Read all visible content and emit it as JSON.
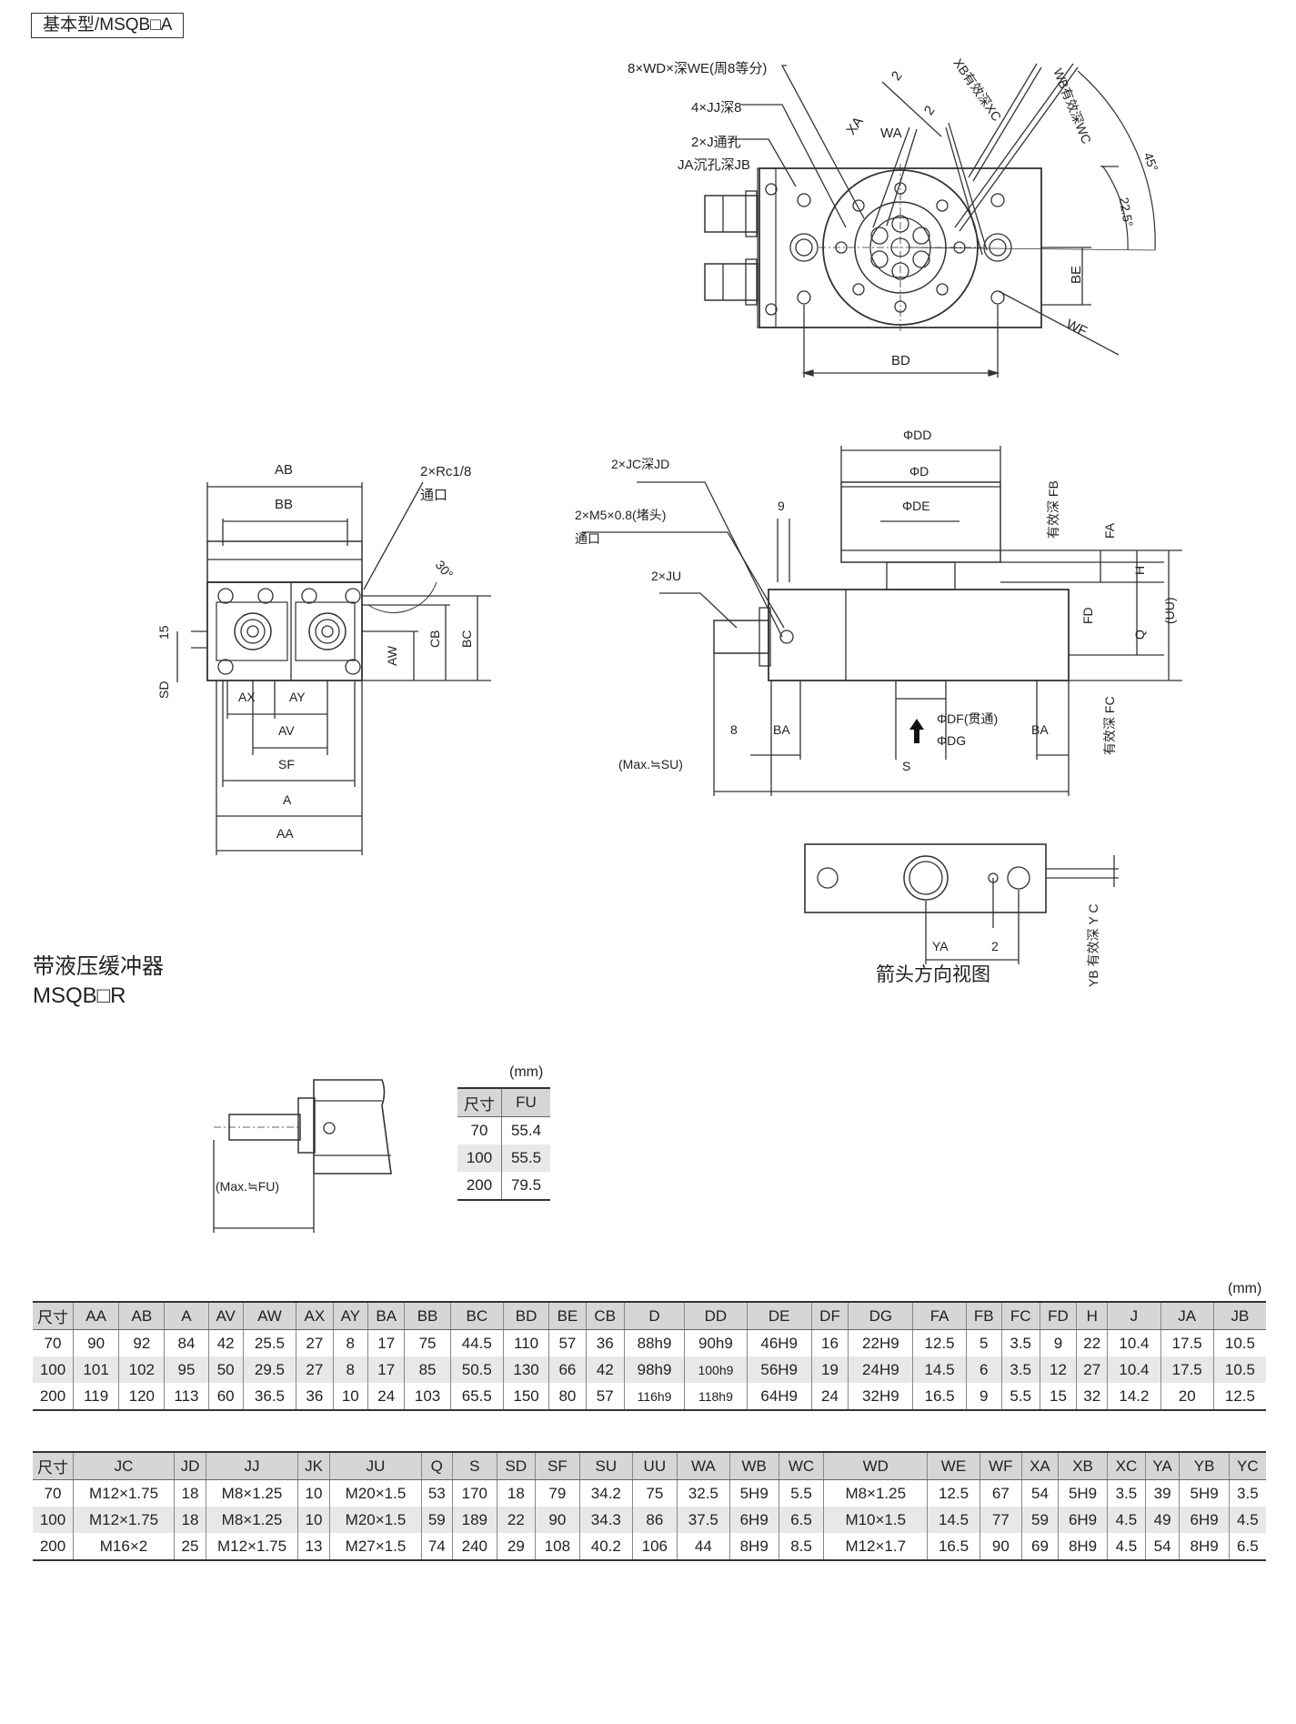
{
  "header": {
    "title": "基本型/MSQB□A"
  },
  "top_view": {
    "labels": {
      "wd": "8×WD×深WE(周8等分)",
      "jj": "4×JJ深8",
      "j": "2×J通孔",
      "ja": "JA沉孔深JB",
      "xa": "XA",
      "wa": "WA",
      "two_a": "2",
      "two_b": "2",
      "xb": "XB有效深XC",
      "wb": "WB有效深WC",
      "deg45": "45°",
      "deg22": "22.5°",
      "be": "BE",
      "wf": "WF",
      "bd": "BD"
    }
  },
  "front_view": {
    "labels": {
      "ab": "AB",
      "bb": "BB",
      "rc": "2×Rc1/8",
      "port": "通口",
      "deg30": "30°",
      "fifteen": "15",
      "sd": "SD",
      "aw": "AW",
      "cb": "CB",
      "bc": "BC",
      "ax": "AX",
      "ay": "AY",
      "av": "AV",
      "sf": "SF",
      "a": "A",
      "aa": "AA"
    }
  },
  "side_view": {
    "labels": {
      "dd": "ΦDD",
      "d": "ΦD",
      "de": "ΦDE",
      "fb": "有效深 FB",
      "jc": "2×JC深JD",
      "m5": "2×M5×0.8(堵头)",
      "port": "通口",
      "nine": "9",
      "ju": "2×JU",
      "fa": "FA",
      "h": "H",
      "fd": "FD",
      "q": "Q",
      "uu": "(UU)",
      "fc": "有效深 FC",
      "df": "ΦDF(贯通)",
      "dg": "ΦDG",
      "eight": "8",
      "ba1": "BA",
      "ba2": "BA",
      "maxsu": "(Max.≒SU)",
      "s": "S"
    }
  },
  "arrow_view": {
    "labels": {
      "ya": "YA",
      "two": "2",
      "yb": "YB 有效深 Y C",
      "caption": "箭头方向视图"
    }
  },
  "buffer": {
    "title1": "带液压缓冲器",
    "title2": "MSQB□R",
    "maxfu": "(Max.≒FU)",
    "unit": "(mm)",
    "headers": [
      "尺寸",
      "FU"
    ],
    "rows": [
      [
        "70",
        "55.4"
      ],
      [
        "100",
        "55.5"
      ],
      [
        "200",
        "79.5"
      ]
    ]
  },
  "table1": {
    "unit": "(mm)",
    "headers": [
      "尺寸",
      "AA",
      "AB",
      "A",
      "AV",
      "AW",
      "AX",
      "AY",
      "BA",
      "BB",
      "BC",
      "BD",
      "BE",
      "CB",
      "D",
      "DD",
      "DE",
      "DF",
      "DG",
      "FA",
      "FB",
      "FC",
      "FD",
      "H",
      "J",
      "JA",
      "JB"
    ],
    "rows": [
      [
        "70",
        "90",
        "92",
        "84",
        "42",
        "25.5",
        "27",
        "8",
        "17",
        "75",
        "44.5",
        "110",
        "57",
        "36",
        "88h9",
        "90h9",
        "46H9",
        "16",
        "22H9",
        "12.5",
        "5",
        "3.5",
        "9",
        "22",
        "10.4",
        "17.5",
        "10.5"
      ],
      [
        "100",
        "101",
        "102",
        "95",
        "50",
        "29.5",
        "27",
        "8",
        "17",
        "85",
        "50.5",
        "130",
        "66",
        "42",
        "98h9",
        "100h9",
        "56H9",
        "19",
        "24H9",
        "14.5",
        "6",
        "3.5",
        "12",
        "27",
        "10.4",
        "17.5",
        "10.5"
      ],
      [
        "200",
        "119",
        "120",
        "113",
        "60",
        "36.5",
        "36",
        "10",
        "24",
        "103",
        "65.5",
        "150",
        "80",
        "57",
        "116h9",
        "118h9",
        "64H9",
        "24",
        "32H9",
        "16.5",
        "9",
        "5.5",
        "15",
        "32",
        "14.2",
        "20",
        "12.5"
      ]
    ]
  },
  "table2": {
    "headers": [
      "尺寸",
      "JC",
      "JD",
      "JJ",
      "JK",
      "JU",
      "Q",
      "S",
      "SD",
      "SF",
      "SU",
      "UU",
      "WA",
      "WB",
      "WC",
      "WD",
      "WE",
      "WF",
      "XA",
      "XB",
      "XC",
      "YA",
      "YB",
      "YC"
    ],
    "rows": [
      [
        "70",
        "M12×1.75",
        "18",
        "M8×1.25",
        "10",
        "M20×1.5",
        "53",
        "170",
        "18",
        "79",
        "34.2",
        "75",
        "32.5",
        "5H9",
        "5.5",
        "M8×1.25",
        "12.5",
        "67",
        "54",
        "5H9",
        "3.5",
        "39",
        "5H9",
        "3.5"
      ],
      [
        "100",
        "M12×1.75",
        "18",
        "M8×1.25",
        "10",
        "M20×1.5",
        "59",
        "189",
        "22",
        "90",
        "34.3",
        "86",
        "37.5",
        "6H9",
        "6.5",
        "M10×1.5",
        "14.5",
        "77",
        "59",
        "6H9",
        "4.5",
        "49",
        "6H9",
        "4.5"
      ],
      [
        "200",
        "M16×2",
        "25",
        "M12×1.75",
        "13",
        "M27×1.5",
        "74",
        "240",
        "29",
        "108",
        "40.2",
        "106",
        "44",
        "8H9",
        "8.5",
        "M12×1.7",
        "16.5",
        "90",
        "69",
        "8H9",
        "4.5",
        "54",
        "8H9",
        "6.5"
      ]
    ]
  }
}
